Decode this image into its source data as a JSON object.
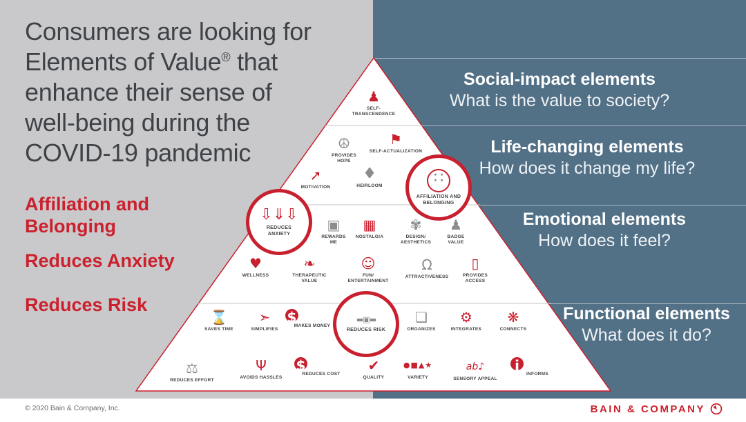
{
  "left": {
    "title_line1": "Consumers are looking for",
    "title_line2_pre": "Elements of Value",
    "title_reg": "®",
    "title_line2_post": " that",
    "title_line3": "enhance their sense of",
    "title_line4": "well-being during the",
    "title_line5": "COVID-19 pandemic",
    "highlights": [
      "Affiliation and Belonging",
      "Reduces Anxiety",
      "Reduces Risk"
    ]
  },
  "sections": [
    {
      "heading": "Social-impact elements",
      "question": "What is the value to society?"
    },
    {
      "heading": "Life-changing elements",
      "question": "How does it change my life?"
    },
    {
      "heading": "Emotional elements",
      "question": "How does it feel?"
    },
    {
      "heading": "Functional elements",
      "question": "What does it do?"
    }
  ],
  "pyramid": {
    "elements": {
      "self_transcendence": {
        "tier": "social-impact",
        "label": "SELF-TRANSCENDENCE",
        "glyph": "♟",
        "color": "red"
      },
      "provides_hope": {
        "tier": "life-changing",
        "label": "PROVIDES\nHOPE",
        "glyph": "☮",
        "color": "gray"
      },
      "self_actualization": {
        "tier": "life-changing",
        "label": "SELF-ACTUALIZATION",
        "glyph": "⚑",
        "color": "red"
      },
      "motivation": {
        "tier": "life-changing",
        "label": "MOTIVATION",
        "glyph": "➚",
        "color": "red"
      },
      "heirloom": {
        "tier": "life-changing",
        "label": "HEIRLOOM",
        "glyph": "♦",
        "color": "gray"
      },
      "affiliation_belonging": {
        "tier": "life-changing",
        "label": "AFFILIATION AND\nBELONGING",
        "glyph": "∷",
        "color": "ring-gray",
        "highlighted": true
      },
      "reduces_anxiety": {
        "tier": "emotional",
        "label": "REDUCES\nANXIETY",
        "glyph": "⇩⇓⇩",
        "color": "red",
        "highlighted": true
      },
      "rewards_me": {
        "tier": "emotional",
        "label": "REWARDS\nME",
        "glyph": "▣",
        "color": "gray"
      },
      "nostalgia": {
        "tier": "emotional",
        "label": "NOSTALGIA",
        "glyph": "▦",
        "color": "red"
      },
      "design_aesthetics": {
        "tier": "emotional",
        "label": "DESIGN/\nAESTHETICS",
        "glyph": "✾",
        "color": "gray"
      },
      "badge_value": {
        "tier": "emotional",
        "label": "BADGE\nVALUE",
        "glyph": "♟",
        "color": "gray"
      },
      "wellness": {
        "tier": "emotional",
        "label": "WELLNESS",
        "glyph": "♥",
        "color": "red"
      },
      "therapeutic_value": {
        "tier": "emotional",
        "label": "THERAPEUTIC\nVALUE",
        "glyph": "❧",
        "color": "red"
      },
      "fun_entertainment": {
        "tier": "emotional",
        "label": "FUN/\nENTERTAINMENT",
        "glyph": "☺",
        "color": "red"
      },
      "attractiveness": {
        "tier": "emotional",
        "label": "ATTRACTIVENESS",
        "glyph": "Ω",
        "color": "gray"
      },
      "provides_access": {
        "tier": "emotional",
        "label": "PROVIDES\nACCESS",
        "glyph": "▯",
        "color": "red"
      },
      "saves_time": {
        "tier": "functional",
        "label": "SAVES TIME",
        "glyph": "⌛",
        "color": "gray"
      },
      "simplifies": {
        "tier": "functional",
        "label": "SIMPLIFIES",
        "glyph": "➣",
        "color": "red"
      },
      "makes_money": {
        "tier": "functional",
        "label": "MAKES MONEY",
        "glyph": "$",
        "color": "badge-red"
      },
      "reduces_risk": {
        "tier": "functional",
        "label": "REDUCES RISK",
        "glyph": "▬▣▬",
        "color": "gray",
        "highlighted": true
      },
      "organizes": {
        "tier": "functional",
        "label": "ORGANIZES",
        "glyph": "❏",
        "color": "gray"
      },
      "integrates": {
        "tier": "functional",
        "label": "INTEGRATES",
        "glyph": "⚙",
        "color": "red"
      },
      "connects": {
        "tier": "functional",
        "label": "CONNECTS",
        "glyph": "❋",
        "color": "red"
      },
      "reduces_effort": {
        "tier": "functional",
        "label": "REDUCES EFFORT",
        "glyph": "⚖",
        "color": "gray"
      },
      "avoids_hassles": {
        "tier": "functional",
        "label": "AVOIDS HASSLES",
        "glyph": "Ψ",
        "color": "red"
      },
      "reduces_cost": {
        "tier": "functional",
        "label": "REDUCES COST",
        "glyph": "$",
        "color": "badge-red"
      },
      "quality": {
        "tier": "functional",
        "label": "QUALITY",
        "glyph": "✔",
        "color": "red"
      },
      "variety": {
        "tier": "functional",
        "label": "VARIETY",
        "glyph": "●■▲★",
        "color": "red"
      },
      "sensory_appeal": {
        "tier": "functional",
        "label": "SENSORY APPEAL",
        "glyph": "ab♪",
        "color": "red"
      },
      "informs": {
        "tier": "functional",
        "label": "INFORMS",
        "glyph": "i",
        "color": "badge-red"
      }
    }
  },
  "footer": {
    "copyright": "© 2020 Bain & Company, Inc.",
    "brand": "BAIN & COMPANY"
  },
  "colors": {
    "accent_red": "#cb202d",
    "panel_gray": "#c9c9cb",
    "panel_blue": "#527086",
    "title_text": "#3e4247"
  }
}
